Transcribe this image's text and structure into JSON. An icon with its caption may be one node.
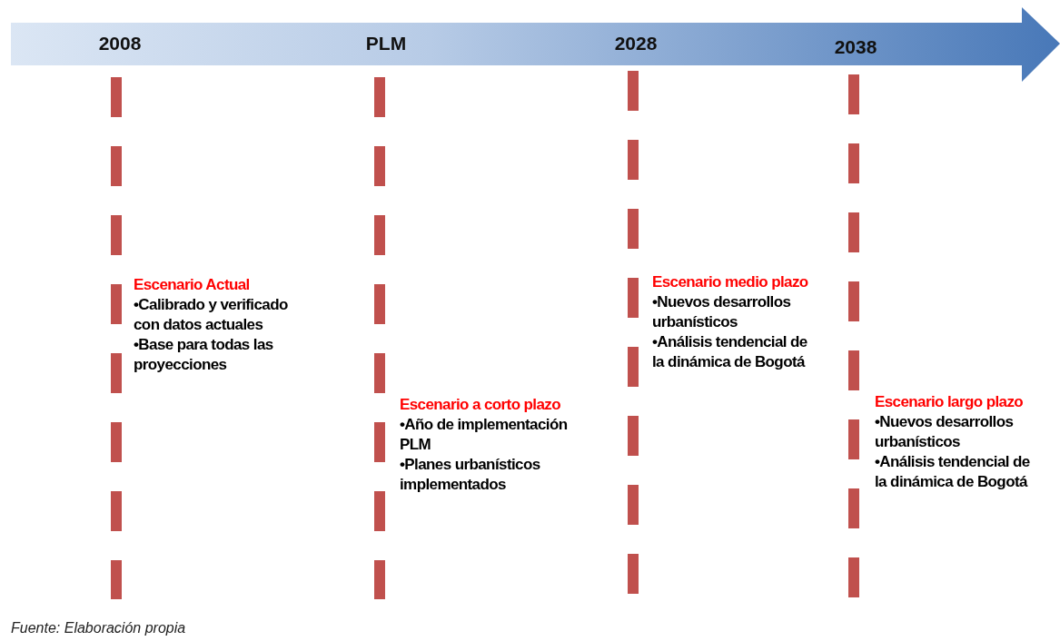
{
  "diagram": {
    "caption": "Fuente: Elaboración propia",
    "labels": [
      "2008",
      "PLM",
      "2028",
      "2038",
      "Escenario Actual",
      "•Calibrado y verificado con datos actuales",
      "•Base para todas las proyecciones",
      "Escenario medio plazo",
      "•Nuevos desarrollos urbanísticos",
      "•Análisis tendencial de la dinámica de Bogotá",
      "Escenario a corto plazo",
      "•Año de implementación PLM",
      "•Planes urbanísticos implementados",
      "Escenario largo plazo",
      "•Nuevos desarrollos urbanísticos",
      "•Análisis tendencial de la dinámica de Bogotá"
    ]
  }
}
